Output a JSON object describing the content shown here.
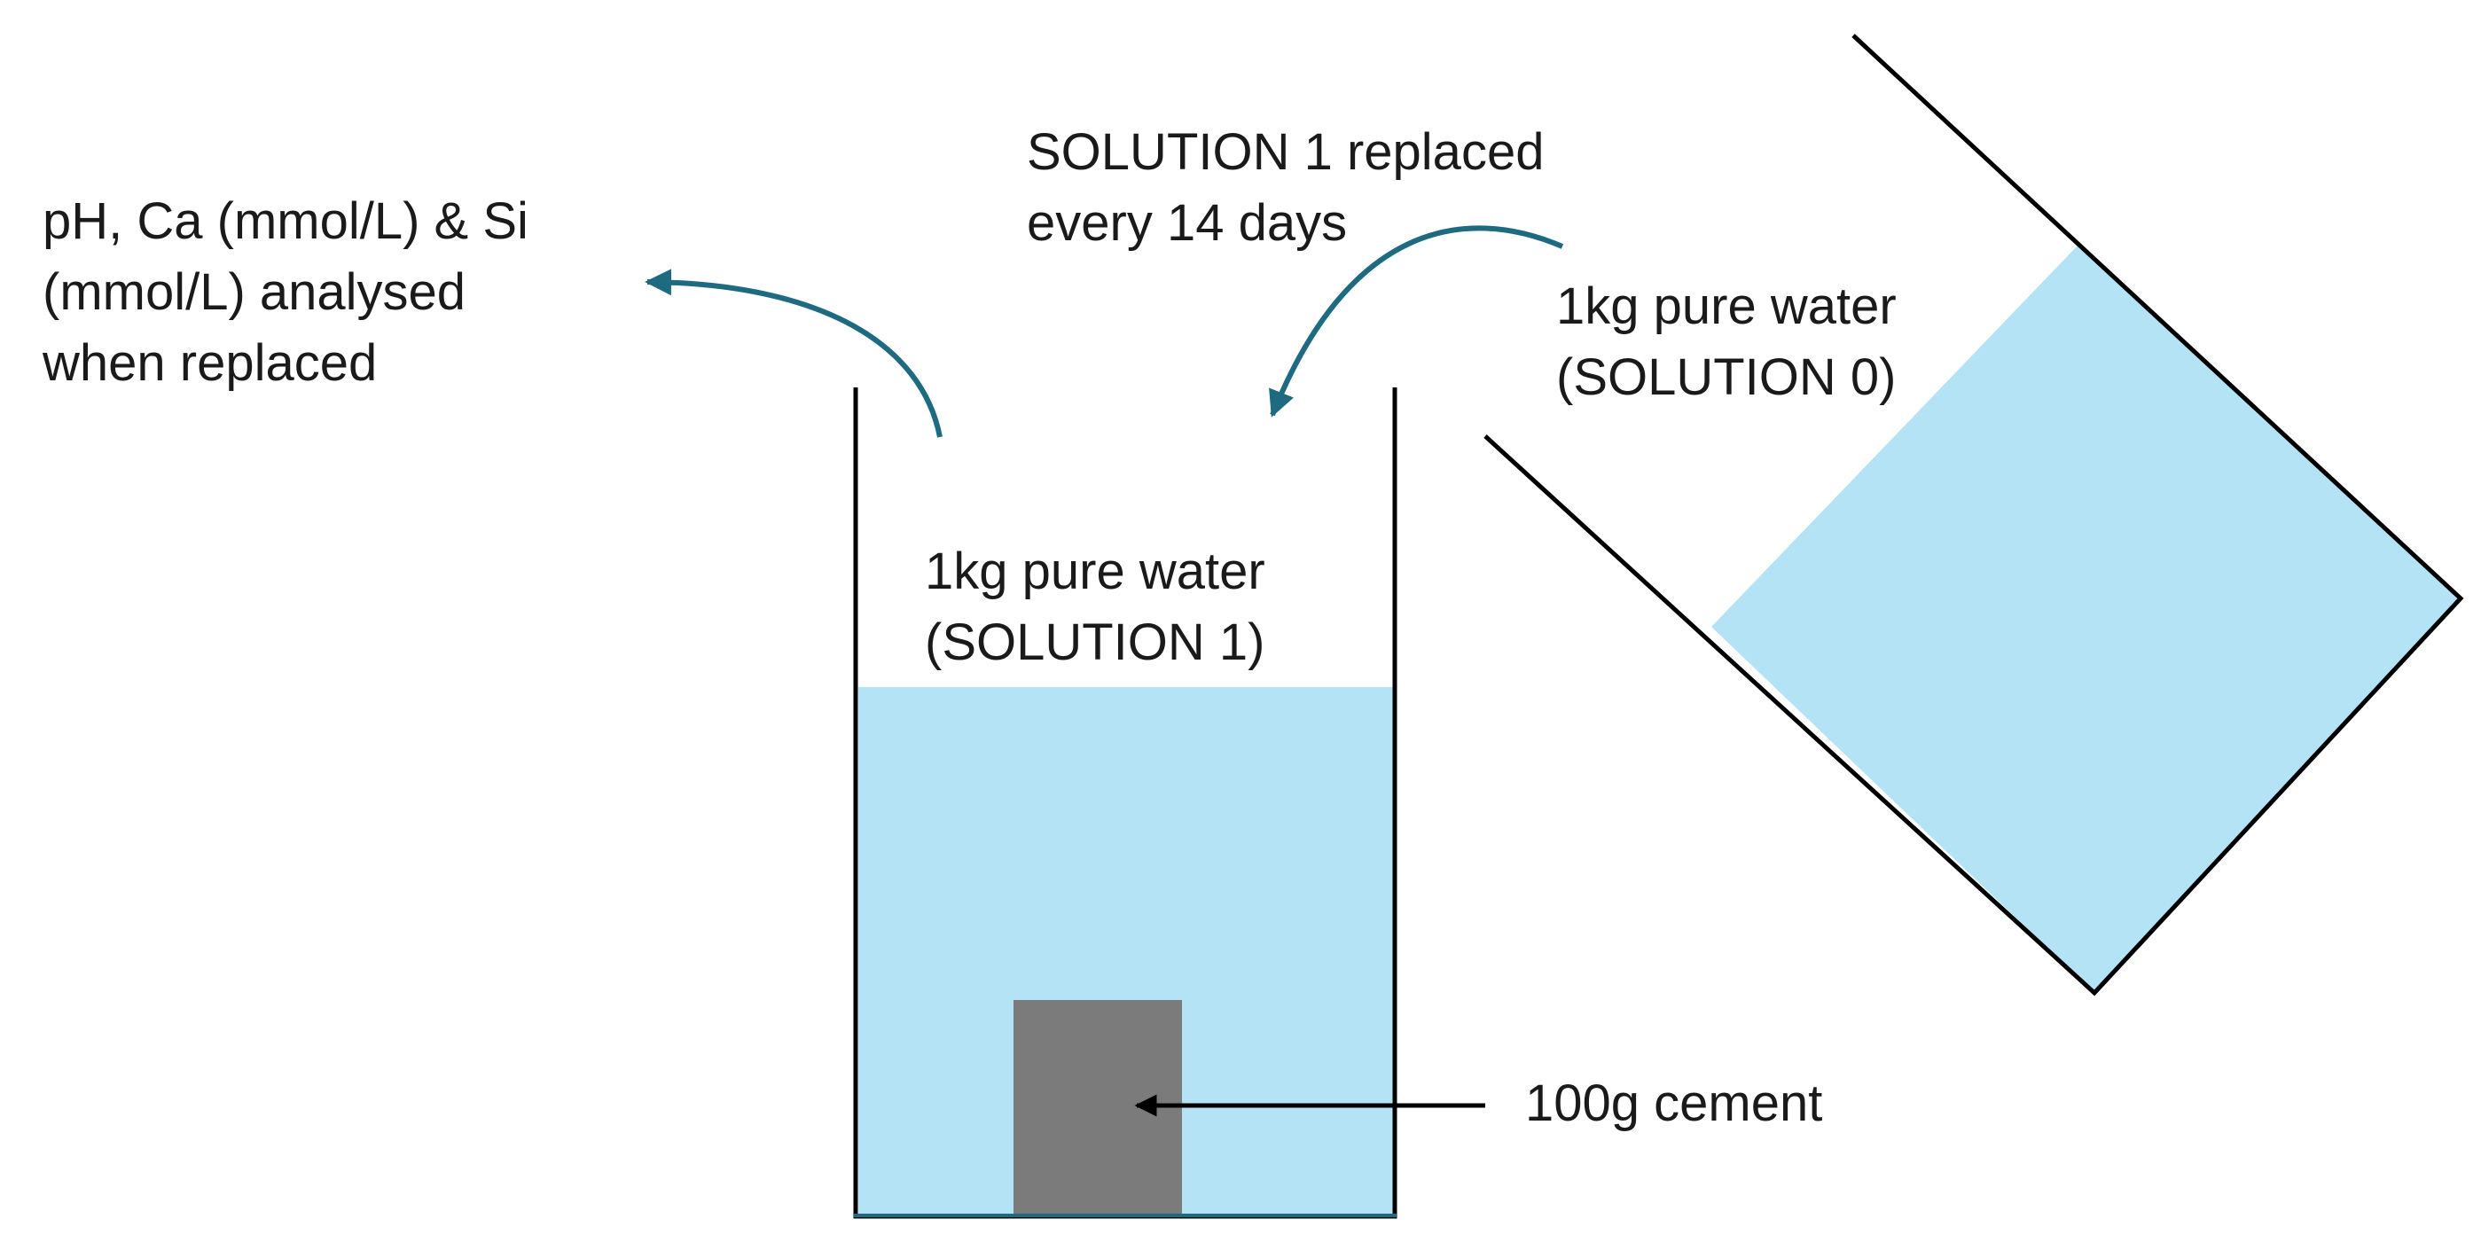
{
  "labels": {
    "analysis": "pH, Ca (mmol/L) & Si\n(mmol/L) analysed\nwhen replaced",
    "replacement": "SOLUTION 1 replaced\nevery 14 days",
    "solution0": "1kg pure water\n(SOLUTION 0)",
    "solution1": "1kg pure water\n(SOLUTION 1)",
    "cement": "100g cement"
  },
  "colors": {
    "water": "#b3e3f4",
    "cement": "#7b7b7b",
    "arrow": "#1e6a80",
    "outline": "#000000",
    "text": "#1a1a1a"
  }
}
